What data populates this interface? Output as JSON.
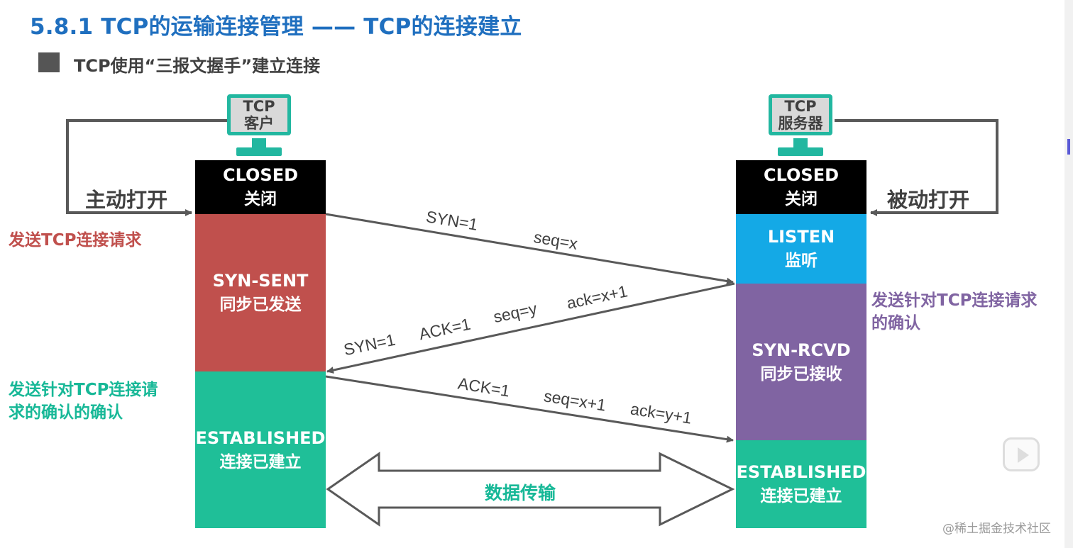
{
  "title": "5.8.1 TCP的运输连接管理 —— TCP的连接建立",
  "subtitle": "TCP使用“三报文握手”建立连接",
  "client": {
    "monitor_line1": "TCP",
    "monitor_line2": "客户",
    "open_label": "主动打开",
    "closed_en": "CLOSED",
    "closed_zh": "关闭",
    "synsent_en": "SYN-SENT",
    "synsent_zh": "同步已发送",
    "established_en": "ESTABLISHED",
    "established_zh": "连接已建立",
    "note_send_request": "发送TCP连接请求",
    "note_ack_ack_line1": "发送针对TCP连接请",
    "note_ack_ack_line2": "求的确认的确认"
  },
  "server": {
    "monitor_line1": "TCP",
    "monitor_line2": "服务器",
    "open_label": "被动打开",
    "closed_en": "CLOSED",
    "closed_zh": "关闭",
    "listen_en": "LISTEN",
    "listen_zh": "监听",
    "synrcvd_en": "SYN-RCVD",
    "synrcvd_zh": "同步已接收",
    "established_en": "ESTABLISHED",
    "established_zh": "连接已建立",
    "note_ack_line1": "发送针对TCP连接请求",
    "note_ack_line2": "的确认"
  },
  "messages": {
    "m1_syn": "SYN=1",
    "m1_seq": "seq=x",
    "m2_syn": "SYN=1",
    "m2_ack": "ACK=1",
    "m2_seq": "seq=y",
    "m2_ackno": "ack=x+1",
    "m3_ack": "ACK=1",
    "m3_seq": "seq=x+1",
    "m3_ackno": "ack=y+1"
  },
  "data_transfer": "数据传输",
  "watermark": "@稀土掘金技术社区",
  "colors": {
    "title": "#1f6fbf",
    "closed": "#000000",
    "syn_sent": "#c0504d",
    "established": "#1fbf98",
    "listen": "#14a9e6",
    "syn_rcvd": "#8064a2",
    "monitor": "#22b7a0",
    "note_red": "#c0504d",
    "note_teal": "#17b897",
    "note_purple": "#8064a2",
    "arrow": "#595959"
  }
}
